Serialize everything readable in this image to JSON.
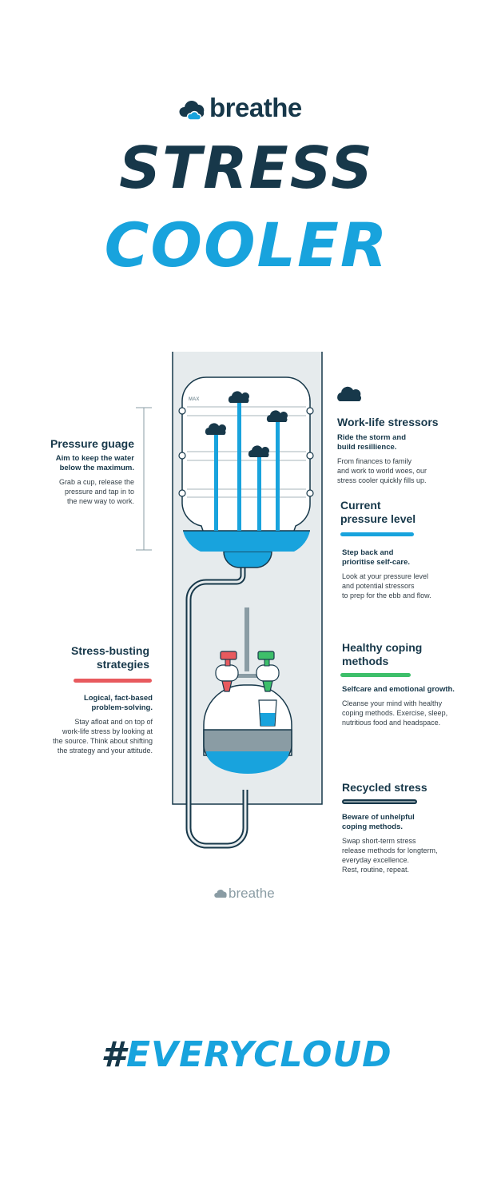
{
  "brand": {
    "name": "breathe",
    "icon": "cloud-icon"
  },
  "title": {
    "line1": "STRESS",
    "line2": "COOLER"
  },
  "hashtag": {
    "hash": "#",
    "word": "EVERYCLOUD"
  },
  "cooler": {
    "brand": "breathe",
    "max_label": "MAX"
  },
  "colors": {
    "navy": "#17384a",
    "blue": "#18a3dd",
    "red": "#e85a5e",
    "green": "#3dbf6a",
    "body_grey": "#e6ebed",
    "line_grey": "#8a9ca4"
  },
  "sections": {
    "pressure_gauge": {
      "heading": "Pressure guage",
      "sub": [
        "Aim to keep the water",
        "below the maximum."
      ],
      "body": [
        "Grab a cup, release the",
        "pressure and tap in to",
        "the new way to work."
      ]
    },
    "stress_busting": {
      "heading": [
        "Stress-busting",
        "strategies"
      ],
      "sub": [
        "Logical, fact-based",
        "problem-solving."
      ],
      "body": [
        "Stay afloat and on top of",
        "work-life stress by looking at",
        "the source. Think about shifting",
        "the strategy and your attitude."
      ]
    },
    "work_life": {
      "heading": "Work-life stressors",
      "sub": [
        "Ride the storm and",
        "build resillience."
      ],
      "body": [
        "From finances to family",
        "and work to world woes, our",
        "stress cooler quickly fills up."
      ]
    },
    "current_pressure": {
      "heading": [
        "Current",
        "pressure level"
      ],
      "sub": [
        "Step back and",
        "prioritise self-care."
      ],
      "body": [
        "Look at your pressure level",
        "and potential stressors",
        "to prep for the ebb and flow."
      ]
    },
    "healthy_coping": {
      "heading": [
        "Healthy coping",
        "methods"
      ],
      "sub": [
        "Selfcare and emotional growth."
      ],
      "body": [
        "Cleanse your mind with healthy",
        "coping methods. Exercise, sleep,",
        "nutritious food and headspace."
      ]
    },
    "recycled": {
      "heading": "Recycled stress",
      "sub": [
        "Beware of unhelpful",
        "coping methods."
      ],
      "body": [
        "Swap short-term stress",
        "release methods for longterm,",
        "everyday excellence.",
        "Rest, routine, repeat."
      ]
    }
  }
}
